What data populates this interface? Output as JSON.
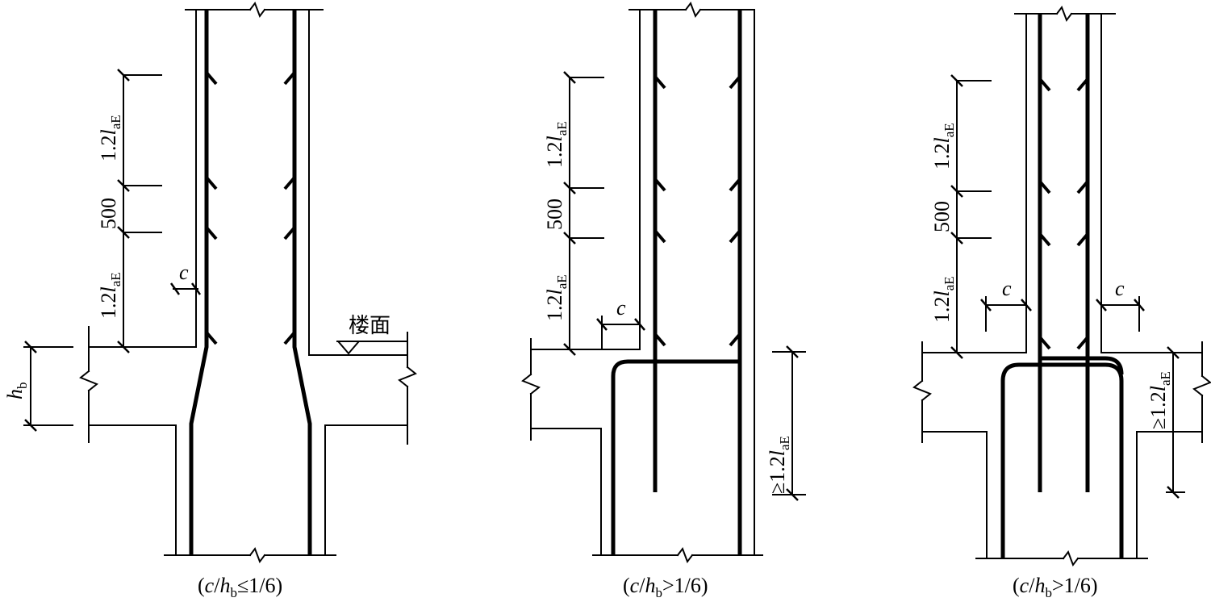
{
  "diagrams": [
    {
      "caption": {
        "open": "(",
        "c": "c",
        "slash": "/",
        "h": "h",
        "sub": "b",
        "rel": "≤1/6)"
      },
      "dims": {
        "upper": {
          "coef": "1.2",
          "l": "l",
          "sub": "aE"
        },
        "middle": "500",
        "lower": {
          "coef": "1.2",
          "l": "l",
          "sub": "aE"
        },
        "offset": "c",
        "depth": {
          "h": "h",
          "sub": "b"
        },
        "floor": "楼面"
      }
    },
    {
      "caption": {
        "open": "(",
        "c": "c",
        "slash": "/",
        "h": "h",
        "sub": "b",
        "rel": ">1/6)"
      },
      "dims": {
        "upper": {
          "coef": "1.2",
          "l": "l",
          "sub": "aE"
        },
        "middle": "500",
        "lower": {
          "coef": "1.2",
          "l": "l",
          "sub": "aE"
        },
        "offset": "c",
        "anchor": {
          "prefix": "≥1.2",
          "l": "l",
          "sub": "aE"
        }
      }
    },
    {
      "caption": {
        "open": "(",
        "c": "c",
        "slash": "/",
        "h": "h",
        "sub": "b",
        "rel": ">1/6)"
      },
      "dims": {
        "upper": {
          "coef": "1.2",
          "l": "l",
          "sub": "aE"
        },
        "middle": "500",
        "lower": {
          "coef": "1.2",
          "l": "l",
          "sub": "aE"
        },
        "offset_left": "c",
        "offset_right": "c",
        "anchor": {
          "prefix": "≥1.2",
          "l": "l",
          "sub": "aE"
        }
      }
    }
  ]
}
